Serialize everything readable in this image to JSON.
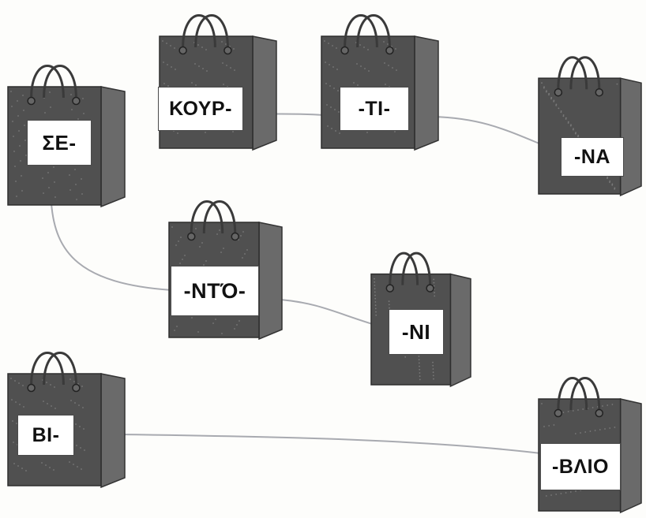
{
  "worksheet": {
    "bags": [
      {
        "id": "se",
        "text": "ΣΕ-"
      },
      {
        "id": "kour",
        "text": "ΚΟΥΡ-"
      },
      {
        "id": "ti",
        "text": "-ΤΙ-"
      },
      {
        "id": "na",
        "text": "-ΝΑ"
      },
      {
        "id": "nto",
        "text": "-ΝΤΌ-"
      },
      {
        "id": "ni",
        "text": "-ΝΙ"
      },
      {
        "id": "vi",
        "text": "ΒΙ-"
      },
      {
        "id": "vlio",
        "text": "-ΒΛΙΟ"
      }
    ],
    "links": [
      {
        "from": "kour",
        "to": "ti"
      },
      {
        "from": "ti",
        "to": "na"
      },
      {
        "from": "se",
        "to": "nto"
      },
      {
        "from": "nto",
        "to": "ni"
      },
      {
        "from": "vi",
        "to": "vlio"
      }
    ],
    "colors": {
      "bag": "#505050",
      "bag_side": "#6a6a6a",
      "handle": "#3a3a3a",
      "line": "#a8aab0"
    }
  }
}
